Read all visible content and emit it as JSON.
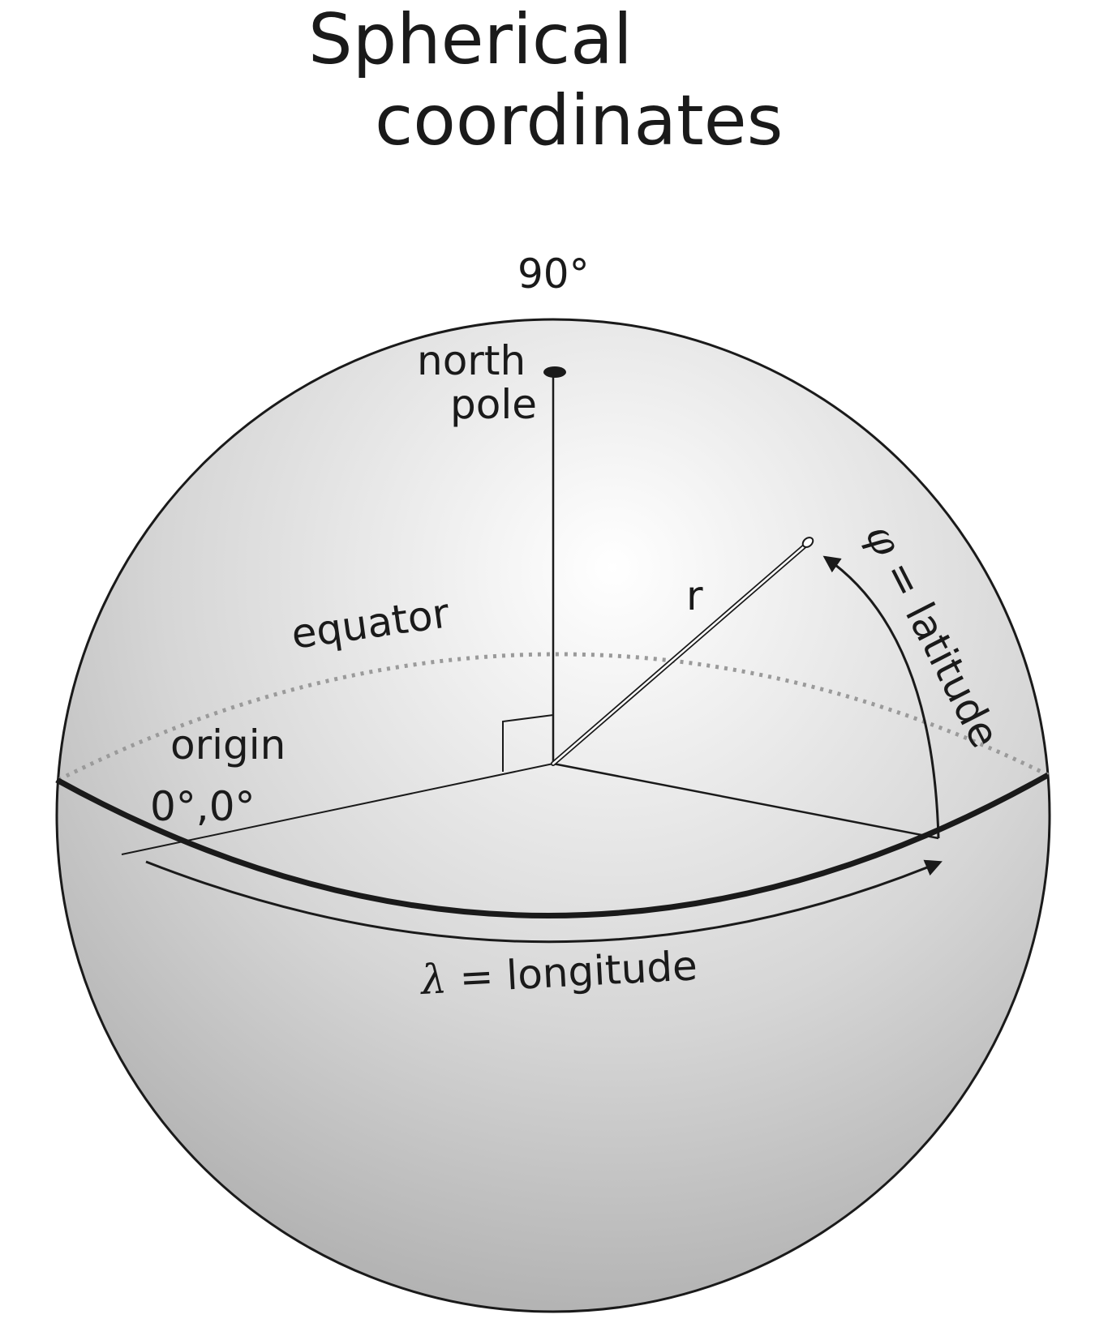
{
  "title": {
    "line1": "Spherical",
    "line2": "coordinates"
  },
  "labels": {
    "ninety_degrees": "90°",
    "north": "north",
    "pole": "pole",
    "equator": "equator",
    "origin": "origin",
    "origin_coords": "0°,0°",
    "radius": "r",
    "latitude_symbol": "φ",
    "latitude_text": " = latitude",
    "longitude_symbol": "λ",
    "longitude_text": " = longitude"
  },
  "colors": {
    "line": "#1a1a1a",
    "equator_back": "#9a9a9a",
    "sphere_highlight": "#ffffff",
    "sphere_mid": "#d6d6d6",
    "sphere_dark": "#a9a9a9"
  }
}
